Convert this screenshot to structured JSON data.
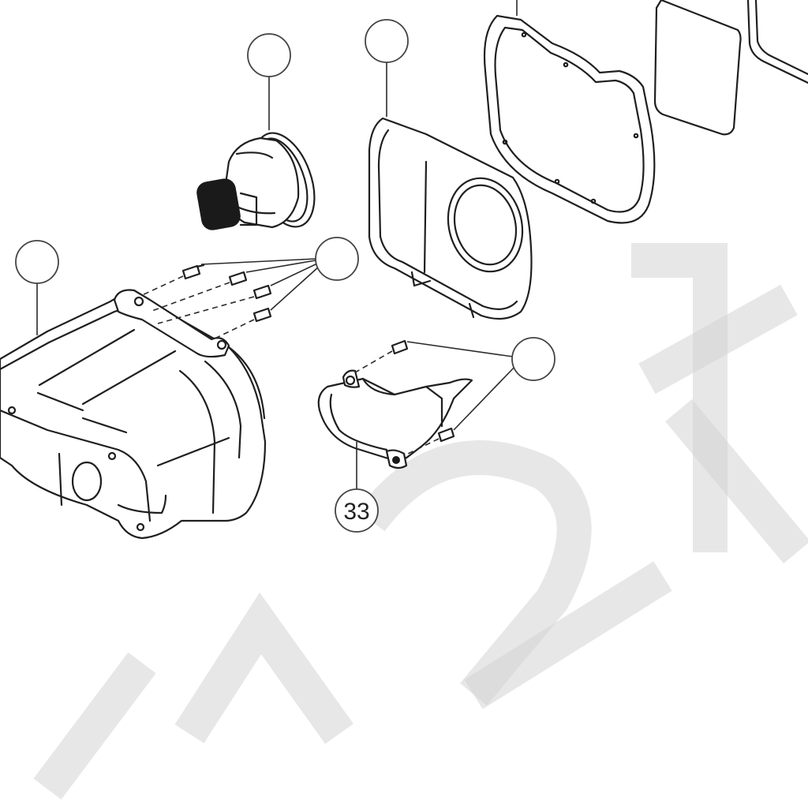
{
  "callouts": [
    {
      "id": "gear-shaft",
      "label": ""
    },
    {
      "id": "inner-cover",
      "label": ""
    },
    {
      "id": "housing",
      "label": ""
    },
    {
      "id": "screws-housing",
      "label": ""
    },
    {
      "id": "screws-bracket",
      "label": ""
    },
    {
      "id": "bracket",
      "label": "33"
    }
  ]
}
